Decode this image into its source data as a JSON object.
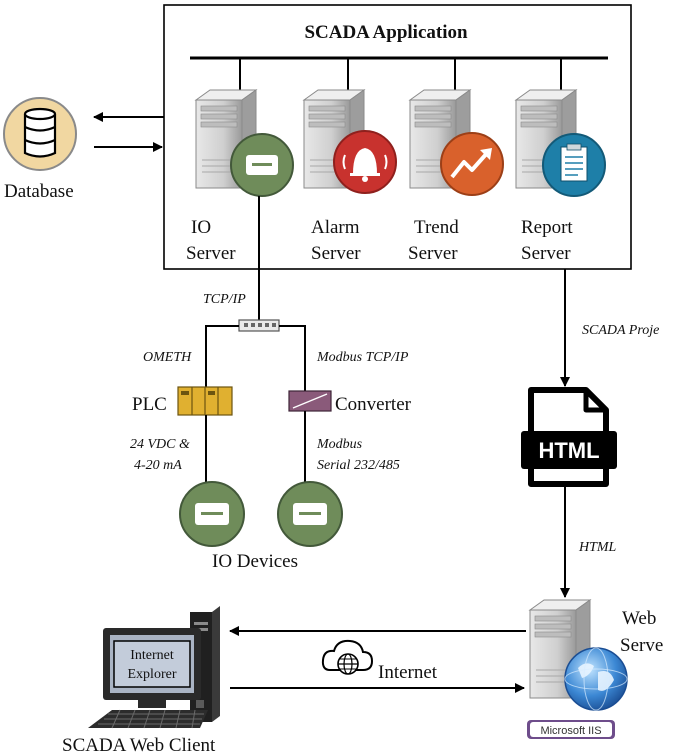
{
  "app_box": {
    "title": "SCADA Application"
  },
  "servers": [
    {
      "line1": "IO",
      "line2": "Server",
      "icon": "io-device-icon",
      "badge_color": "#6f8c5a"
    },
    {
      "line1": "Alarm",
      "line2": "Server",
      "icon": "alarm-bell-icon",
      "badge_color": "#c8322e"
    },
    {
      "line1": "Trend",
      "line2": "Server",
      "icon": "trend-arrow-icon",
      "badge_color": "#d9612c"
    },
    {
      "line1": "Report",
      "line2": "Server",
      "icon": "report-clipboard-icon",
      "badge_color": "#1e7fa8"
    }
  ],
  "database": {
    "label": "Database",
    "icon": "database-icon"
  },
  "network": {
    "tcpip": "TCP/IP",
    "ometh": "OMETH",
    "modbus_tcp": "Modbus TCP/IP",
    "plc": "PLC",
    "converter": "Converter",
    "plc_signal_1": "24 VDC &",
    "plc_signal_2": "4-20 mA",
    "modbus_serial_1": "Modbus",
    "modbus_serial_2": "Serial 232/485",
    "io_devices": "IO Devices"
  },
  "publish": {
    "scada_project": "SCADA Proje",
    "html_file": "HTML",
    "html_label": "HTML"
  },
  "web_server": {
    "line1": "Web",
    "line2": "Serve",
    "iis": "Microsoft IIS",
    "iis_color": "#6e4d8b"
  },
  "internet": {
    "label": "Internet"
  },
  "client": {
    "screen_line1": "Internet",
    "screen_line2": "Explorer",
    "label": "SCADA Web Client"
  },
  "colors": {
    "line": "#000000",
    "server_body": "#d6d6d6",
    "io_badge": "#6f8c5a",
    "converter": "#8a5a7a",
    "plc": "#e0b030"
  }
}
